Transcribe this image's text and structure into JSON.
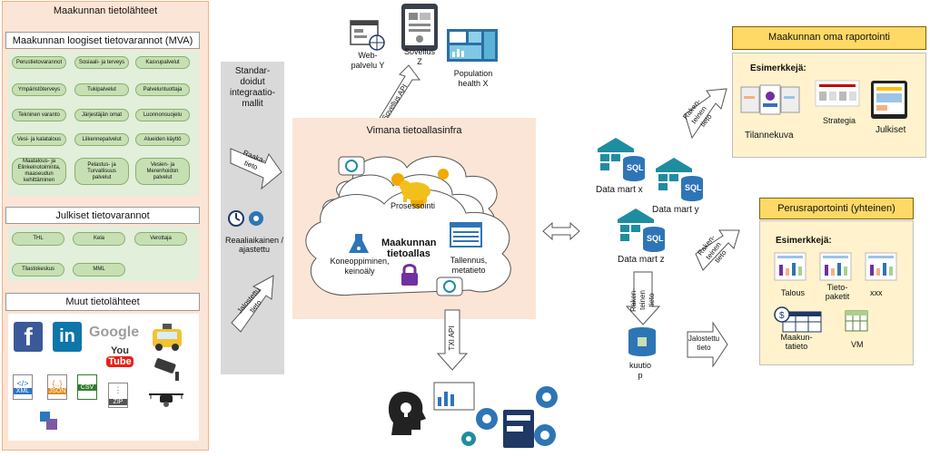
{
  "left": {
    "title": "Maakunnan tietolähteet",
    "mva_title": "Maakunnan loogiset tietovarannot (MVA)",
    "mva_items": [
      "Perustietovarannot",
      "Sosiaali- ja terveys",
      "Kasvupalvelut",
      "Ympäristöterveys",
      "Tukipalvelut",
      "Palveluntuottaja",
      "Tekninen varanto",
      "Järjestäjän omat",
      "Luonnonsuojelu",
      "Vesi- ja kalatalous",
      "Liikennepalvelut",
      "Alueiden käyttö",
      "Maatalous- ja Elinkeinotoiminta, maaseudun kehittäminen",
      "Pelastus- ja Turvallisuus palvelut",
      "Vesien- ja Merenhoidon palvelut"
    ],
    "public_title": "Julkiset tietovarannot",
    "public_items": [
      "THL",
      "Kela",
      "Verottaja",
      "Tilastokeskus",
      "MML"
    ],
    "other_title": "Muut tietolähteet",
    "other_icons": [
      "facebook-icon",
      "linkedin-icon",
      "google-logo",
      "taxi-app-icon",
      "youtube-icon",
      "cctv-camera-icon",
      "xml-file-icon",
      "json-file-icon",
      "csv-file-icon",
      "zip-file-icon",
      "drone-icon",
      "plugin-icon"
    ],
    "labels": {
      "google": "Google",
      "you": "You",
      "tube": "Tube",
      "xml": "XML",
      "json": "JSON",
      "csv": "CSV",
      "zip": "ZIP",
      "fb": "f",
      "in": "in"
    }
  },
  "middle": {
    "integration_label": "Standar-\ndoidut\nintegraatio-\nmallit",
    "raaka": "Raaka-tieto",
    "realtime": "Reaaliaikainen /\najastettu",
    "jalostettu_left": "Jalostettu\ntieto",
    "web": "Web-\npalvelu Y",
    "sovellus": "Sovellus\nZ",
    "population": "Population\nhealth X",
    "sovellus_api": "Sovellus API",
    "infra_title": "Vimana tietoallasinfra",
    "prosessointi": "Prosessointi",
    "lake": "Maakunnan\ntietoallas",
    "kone": "Koneoppiminen,\nkeinoäly",
    "tallennus": "Tallennus,\nmetatieto",
    "txi_api": "TXI API"
  },
  "right": {
    "dm_x": "Data mart x",
    "dm_y": "Data mart y",
    "dm_z": "Data mart z",
    "sql": "SQL",
    "rakenteinen1": "Raken-\nteinen\ntieto",
    "rakenteinen2": "Raken-\nteinen\ntieto",
    "rakenteinen3": "Raken-\nteinen\ntieto",
    "kuutio": "kuutio\np",
    "jalostettu_right": "Jalostettu\ntieto",
    "own_title": "Maakunnan oma raportointi",
    "own_examples": "Esimerkkejä:",
    "tilannekuva": "Tilannekuva",
    "strategia": "Strategia",
    "julkiset": "Julkiset",
    "base_title": "Perusraportointi (yhteinen)",
    "base_examples": "Esimerkkejä:",
    "talous": "Talous",
    "tietopaketit": "Tieto-\npaketit",
    "xxx": "xxx",
    "maakuntatieto": "Maakun-\ntatieto",
    "vm": "VM"
  },
  "colors": {
    "accent_teal": "#1f8da0",
    "orange": "#f4b183",
    "yellow": "#ffd966",
    "green": "#c6e0b4"
  }
}
